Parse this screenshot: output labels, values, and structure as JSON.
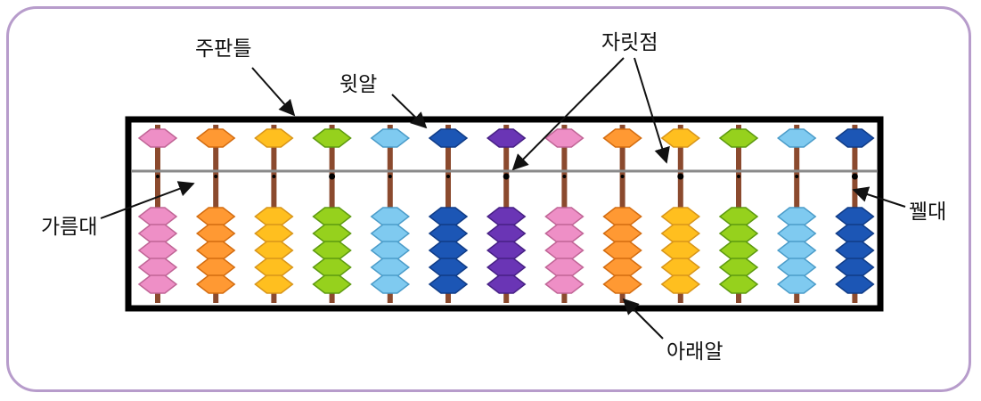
{
  "labels": {
    "frame": "주판틀",
    "upper_bead": "윗알",
    "unit_point": "자릿점",
    "beam": "가름대",
    "rod": "꿸대",
    "lower_bead": "아래알"
  },
  "rods": [
    {
      "color": "#ee8fc6",
      "edge": "#c06596",
      "unit_point": false
    },
    {
      "color": "#ff9933",
      "edge": "#d36c10",
      "unit_point": false
    },
    {
      "color": "#ffbf1f",
      "edge": "#d8951a",
      "unit_point": false
    },
    {
      "color": "#96d11d",
      "edge": "#5d9a10",
      "unit_point": true
    },
    {
      "color": "#7fcaf0",
      "edge": "#4b9cc9",
      "unit_point": false
    },
    {
      "color": "#1c56b5",
      "edge": "#103c87",
      "unit_point": false
    },
    {
      "color": "#6a35b5",
      "edge": "#472085",
      "unit_point": true
    },
    {
      "color": "#ee8fc6",
      "edge": "#c06596",
      "unit_point": false
    },
    {
      "color": "#ff9933",
      "edge": "#d36c10",
      "unit_point": false
    },
    {
      "color": "#ffbf1f",
      "edge": "#d8951a",
      "unit_point": true
    },
    {
      "color": "#96d11d",
      "edge": "#5d9a10",
      "unit_point": false
    },
    {
      "color": "#7fcaf0",
      "edge": "#4b9cc9",
      "unit_point": false
    },
    {
      "color": "#1c56b5",
      "edge": "#103c87",
      "unit_point": true
    }
  ],
  "colors": {
    "frame": "#000000",
    "beam": "#8a8a8a",
    "rod": "#8b4a2e",
    "card_border": "#b79ccb"
  }
}
